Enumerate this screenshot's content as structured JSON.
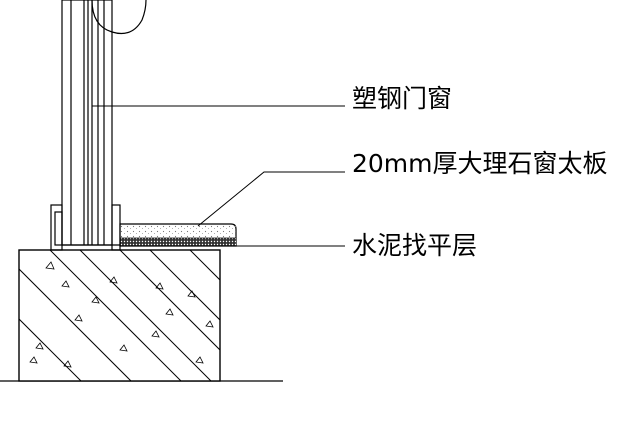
{
  "labels": {
    "window": "塑钢门窗",
    "sill": "20mm厚大理石窗太板",
    "screed": "水泥找平层"
  },
  "colors": {
    "line": "#000000",
    "background": "#ffffff"
  }
}
